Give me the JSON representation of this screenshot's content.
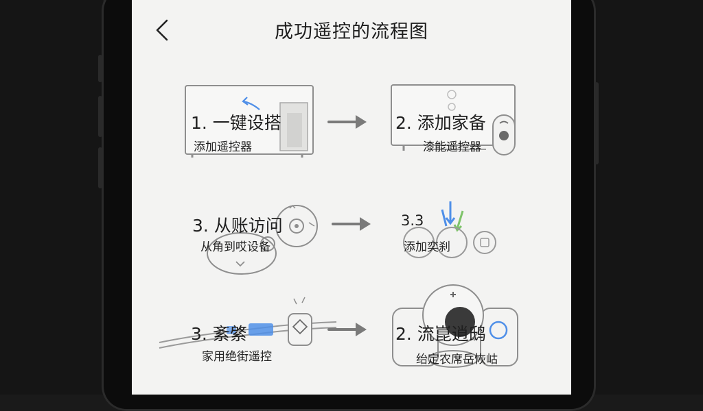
{
  "header": {
    "back_icon": "chevron-left-icon",
    "title": "成功遥控的流程图"
  },
  "steps": [
    {
      "title": "1. 一键设搭",
      "subtitle": "添加遥控器",
      "icon": "tv-set-icon"
    },
    {
      "title": "2. 添加家备",
      "subtitle": "漆能遥控器",
      "icon": "tv-with-remote-icon"
    },
    {
      "title": "3. 从账访问",
      "subtitle": "从角到哎设备",
      "icon": "remote-dpad-icon"
    },
    {
      "title": "3.3",
      "subtitle": "添加奕刹",
      "icon": "signal-arrows-icon"
    },
    {
      "title": "3. 紊綮",
      "subtitle": "家用绝街遥控",
      "icon": "remote-cable-icon"
    },
    {
      "title": "2. 流崑逍鸱",
      "subtitle": "绐定农席岳恢岵",
      "icon": "gamepad-remote-icon"
    }
  ],
  "colors": {
    "screen_bg": "#f3f3f2",
    "accent_blue": "#4f8fe8",
    "accent_green": "#7ec36a",
    "sketch_gray": "#8a8a8a"
  }
}
